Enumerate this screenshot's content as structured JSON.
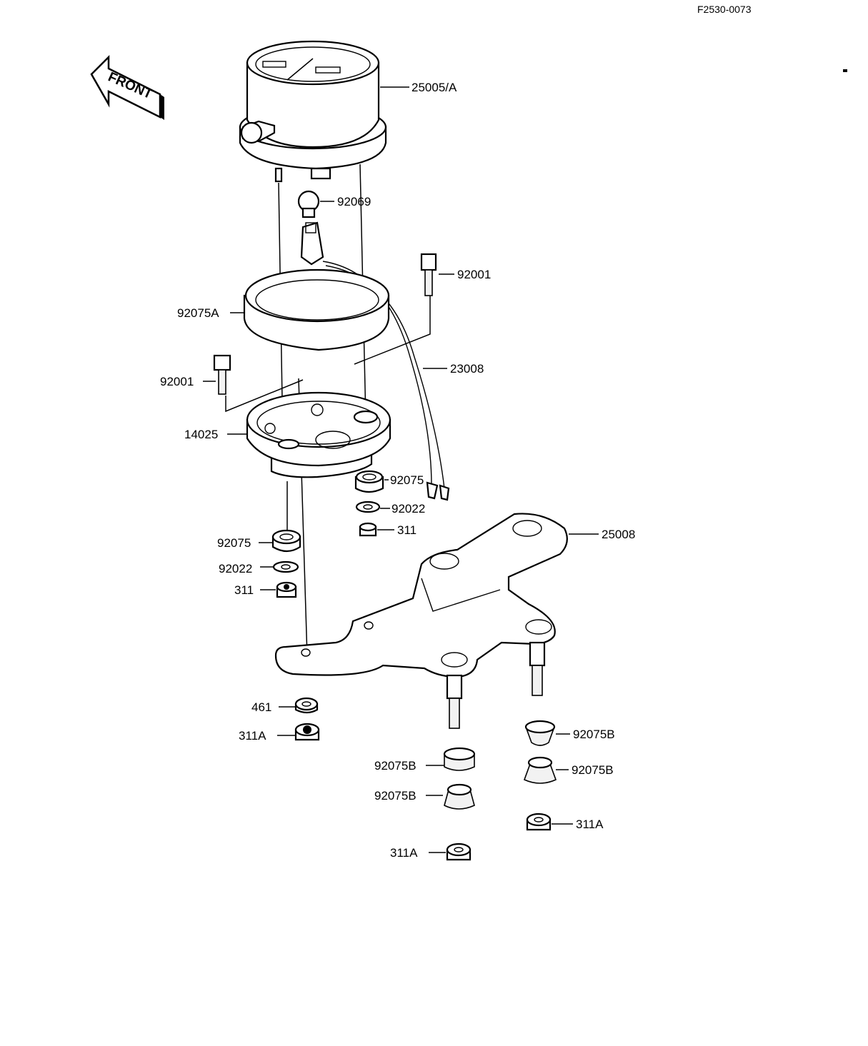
{
  "diagram_code": "F2530-0073",
  "front_label": "FRONT",
  "labels": {
    "meter": "25005/A",
    "bulb": "92069",
    "bolt_upper": "92001",
    "ring": "92075A",
    "cable": "23008",
    "bolt_left": "92001",
    "case": "14025",
    "grommet_right": "92075",
    "washer_right": "92022",
    "nut_right": "311",
    "bracket": "25008",
    "grommet_left": "92075",
    "washer_left": "92022",
    "nut_left": "311",
    "lockwasher": "461",
    "nut_bottom": "311A",
    "damper_r1": "92075B",
    "damper_l1": "92075B",
    "damper_r2": "92075B",
    "damper_l2": "92075B",
    "nut_r": "311A",
    "nut_l": "311A"
  }
}
